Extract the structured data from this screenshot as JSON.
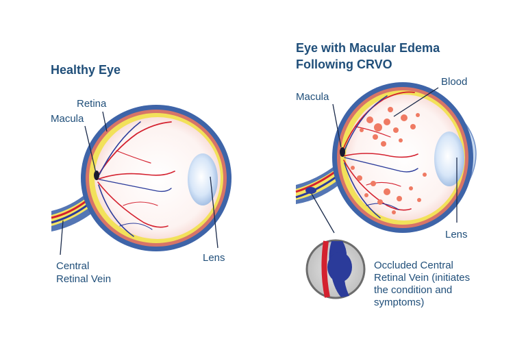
{
  "healthy": {
    "title": "Healthy Eye",
    "labels": {
      "retina": "Retina",
      "macula": "Macula",
      "vein_line1": "Central",
      "vein_line2": "Retinal Vein",
      "lens": "Lens"
    }
  },
  "crvo": {
    "title_line1": "Eye with Macular Edema",
    "title_line2": "Following CRVO",
    "labels": {
      "blood": "Blood",
      "macula": "Macula",
      "lens": "Lens"
    },
    "inset_caption": [
      "Occluded Central",
      "Retinal Vein (initiates",
      "the condition and",
      "symptoms)"
    ]
  },
  "colors": {
    "text": "#1f4e79",
    "sclera": "#3e64a8",
    "retina_yellow": "#f2e15a",
    "artery": "#d4212f",
    "vein": "#2b3b9a",
    "blood": "#ef7a63",
    "lens": "#cfe2f7"
  }
}
